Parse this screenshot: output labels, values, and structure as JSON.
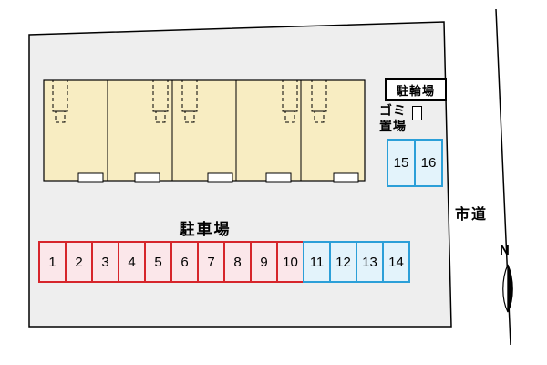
{
  "labels": {
    "bicycle_parking": "駐輪場",
    "garbage_line1": "ゴミ",
    "garbage_line2": "置場",
    "city_road": "市道",
    "parking_lot": "駐車場",
    "north": "N"
  },
  "parking": {
    "red_spaces": [
      "1",
      "2",
      "3",
      "4",
      "5",
      "6",
      "7",
      "8",
      "9",
      "10"
    ],
    "blue_spaces": [
      "11",
      "12",
      "13",
      "14"
    ],
    "side_spaces": [
      "15",
      "16"
    ]
  },
  "colors": {
    "red_border": "#d6252b",
    "red_fill": "#fbe7ea",
    "blue_border": "#2b9fd8",
    "blue_fill": "#e3f3fb",
    "building_fill": "#f8edc2",
    "plot_fill": "#eeeeee",
    "outline": "#000000"
  }
}
